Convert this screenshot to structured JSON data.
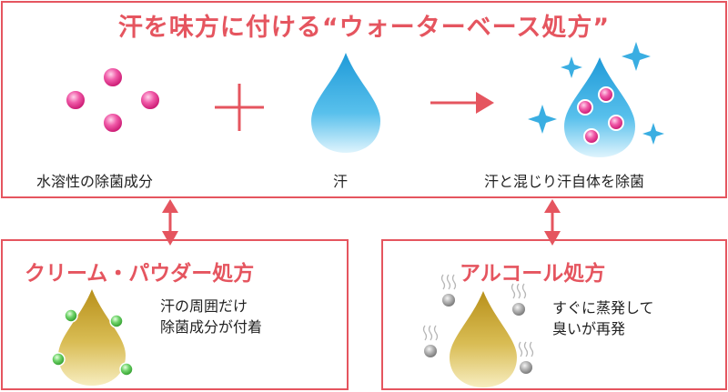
{
  "title": "汗を味方に付ける“ウォーターベース処方”",
  "captions": {
    "ingredient": "水溶性の除菌成分",
    "sweat": "汗",
    "result": "汗と混じり汗自体を除菌"
  },
  "cream": {
    "title": "クリーム・パウダー処方",
    "desc_line1": "汗の周囲だけ",
    "desc_line2": "除菌成分が付着"
  },
  "alcohol": {
    "title": "アルコール処方",
    "desc_line1": "すぐに蒸発して",
    "desc_line2": "臭いが再発"
  },
  "colors": {
    "accent": "#e5555f",
    "pink_particle": "#e0308a",
    "water_blue": "#2fa6e0",
    "gold_drop": "#c9a52c",
    "green_particle": "#4fbf4a",
    "gray_particle": "#9a9a9a"
  }
}
